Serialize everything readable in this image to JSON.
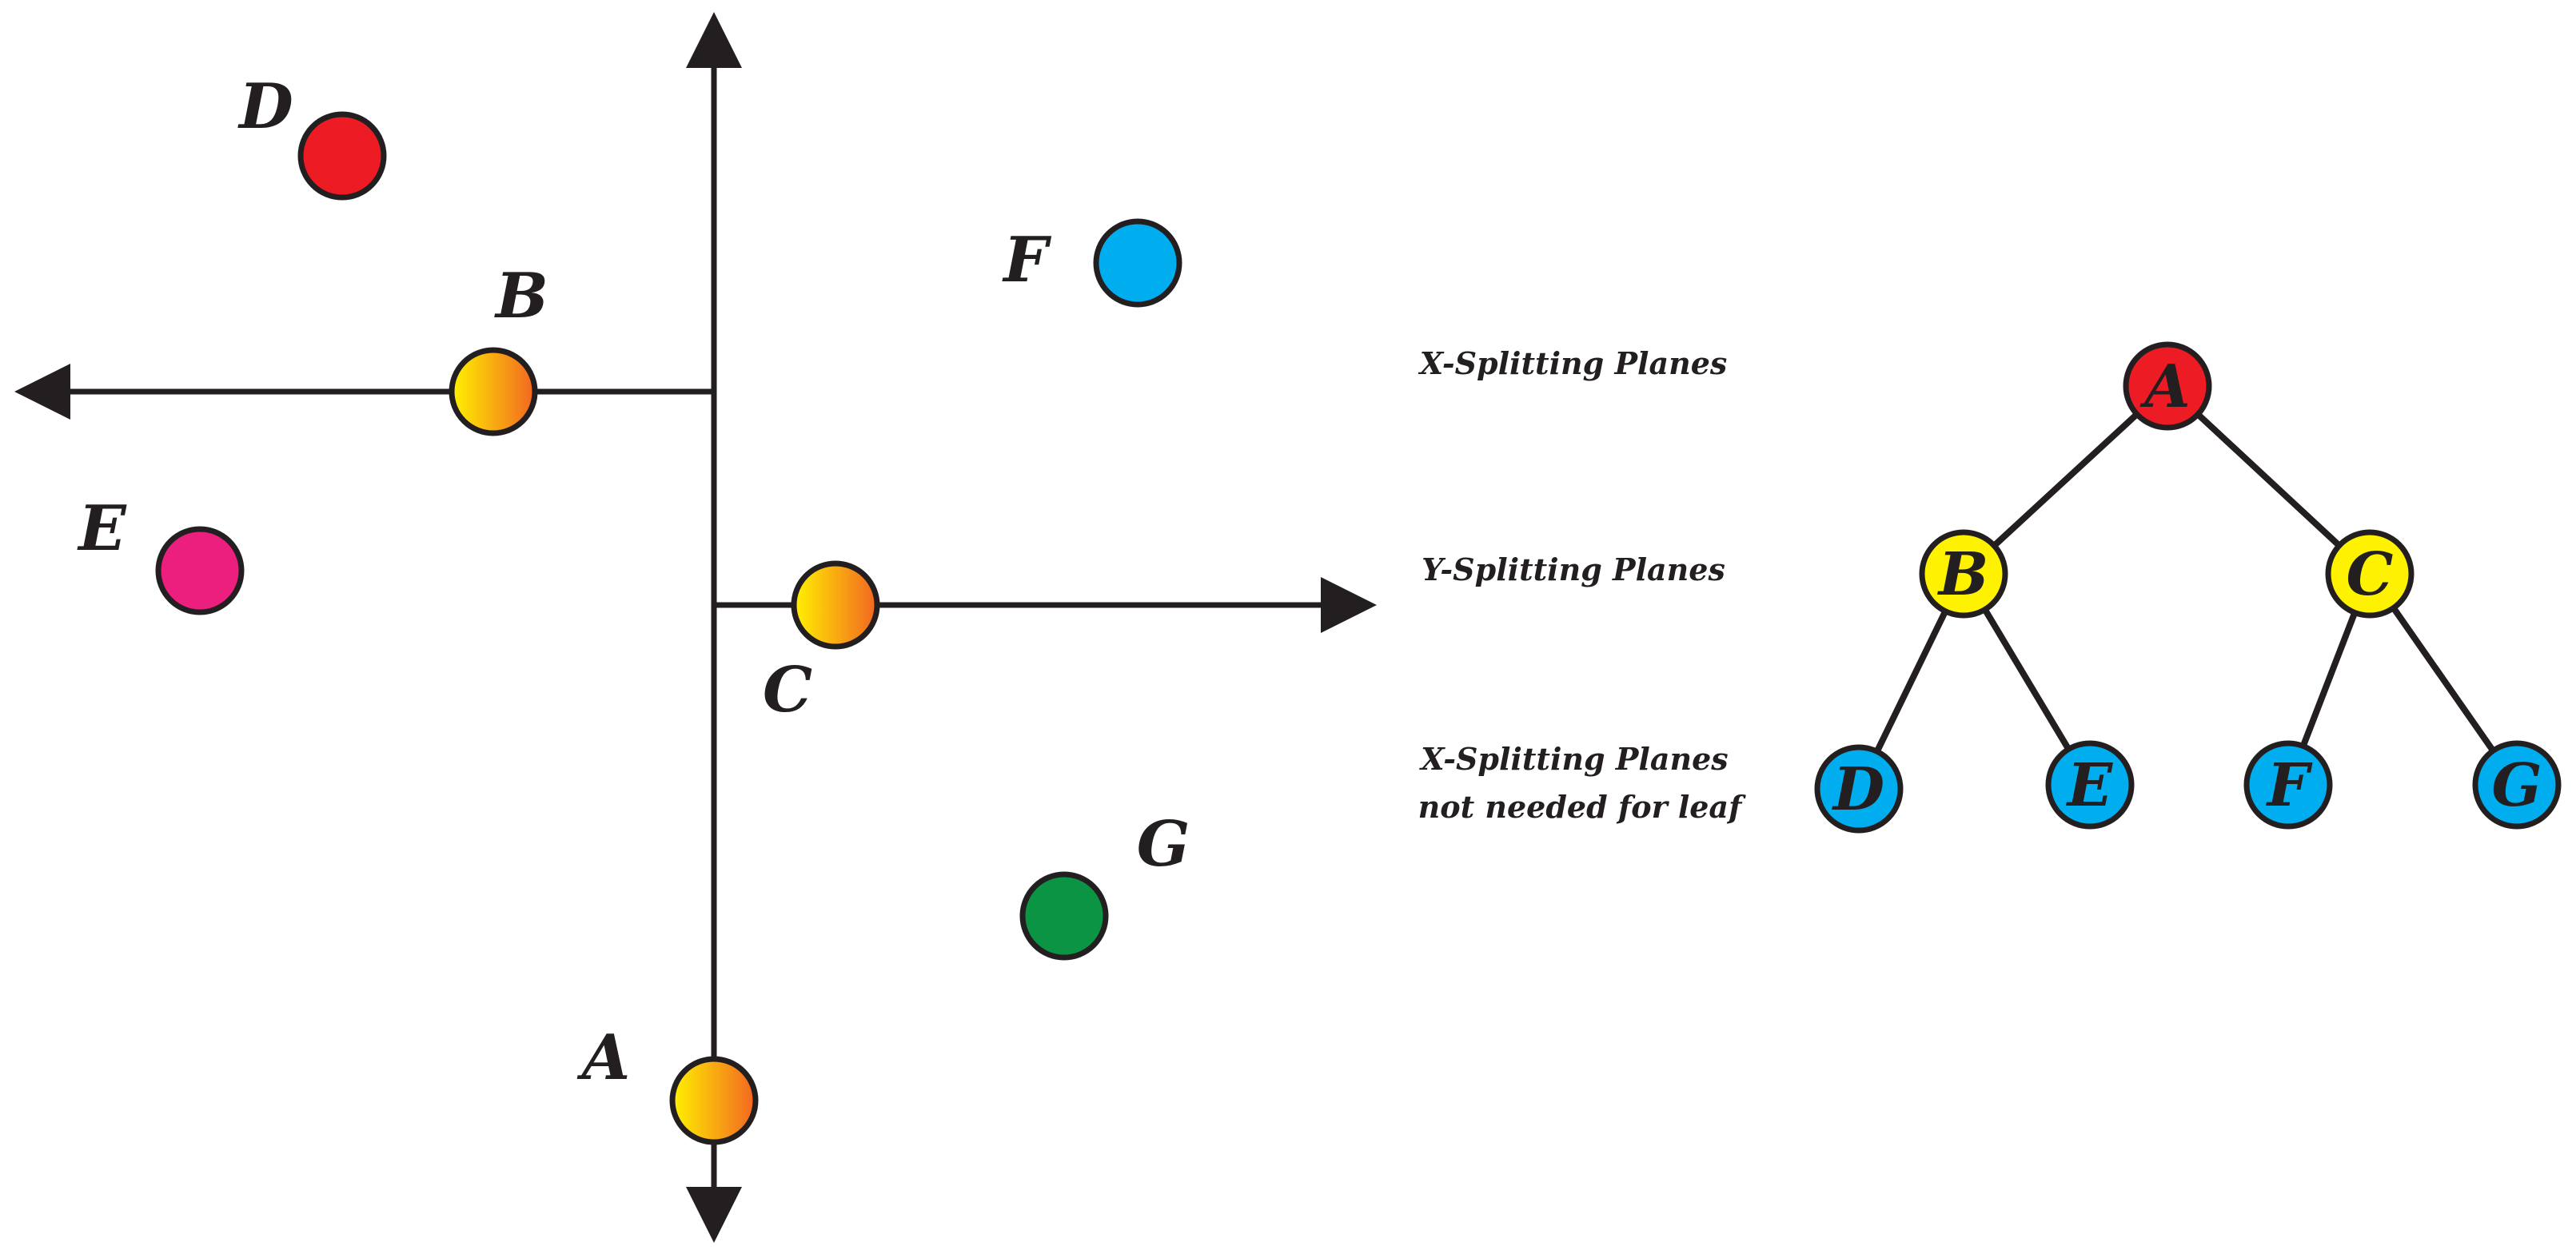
{
  "points": [
    {
      "id": "D",
      "label": "D",
      "color": "#ed1c24"
    },
    {
      "id": "F",
      "label": "F",
      "color": "#00aeef"
    },
    {
      "id": "B",
      "label": "B",
      "color": "split-orange"
    },
    {
      "id": "E",
      "label": "E",
      "color": "#ec1f7f"
    },
    {
      "id": "C",
      "label": "C",
      "color": "split-orange"
    },
    {
      "id": "G",
      "label": "G",
      "color": "#0a9444"
    },
    {
      "id": "A",
      "label": "A",
      "color": "split-orange"
    }
  ],
  "split_gradient": {
    "from": "#fff200",
    "to": "#f26522"
  },
  "levels": [
    {
      "lines": [
        "X-Splitting Planes"
      ]
    },
    {
      "lines": [
        "Y-Splitting Planes"
      ]
    },
    {
      "lines": [
        "X-Splitting Planes",
        "not needed for leaf"
      ]
    }
  ],
  "tree": {
    "nodes": [
      {
        "id": "A",
        "label": "A",
        "color": "#ed1c24"
      },
      {
        "id": "B",
        "label": "B",
        "color": "#fff200"
      },
      {
        "id": "C",
        "label": "C",
        "color": "#fff200"
      },
      {
        "id": "D",
        "label": "D",
        "color": "#00aeef"
      },
      {
        "id": "E",
        "label": "E",
        "color": "#00aeef"
      },
      {
        "id": "F",
        "label": "F",
        "color": "#00aeef"
      },
      {
        "id": "G",
        "label": "G",
        "color": "#00aeef"
      }
    ],
    "edges": [
      [
        "A",
        "B"
      ],
      [
        "A",
        "C"
      ],
      [
        "B",
        "D"
      ],
      [
        "B",
        "E"
      ],
      [
        "C",
        "F"
      ],
      [
        "C",
        "G"
      ]
    ]
  }
}
